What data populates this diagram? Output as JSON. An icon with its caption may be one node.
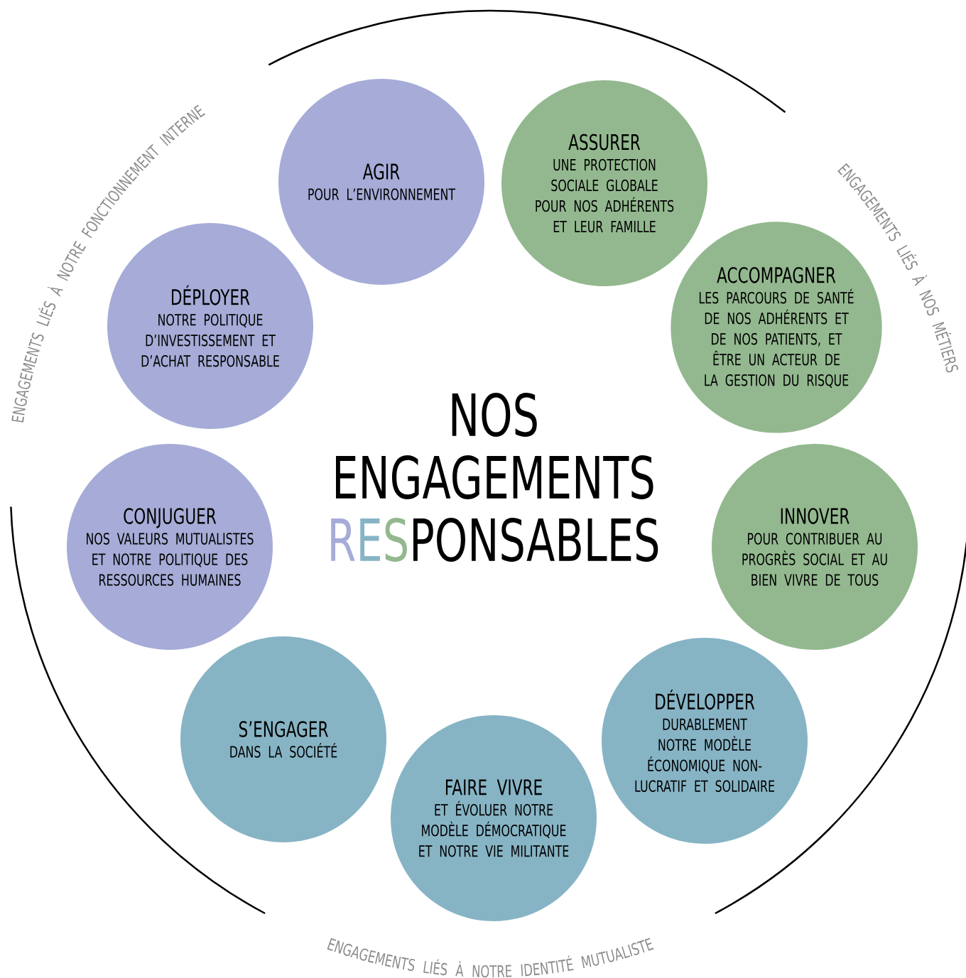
{
  "diagram": {
    "title": "NOS ENGAGEMENTS RESPONSABLES",
    "nodes": [
      {
        "text": [
          "AGIR",
          "POUR L’ENVIRONNEMENT"
        ]
      },
      {
        "text": [
          "ASSURER",
          "UNE PROTECTION SOCIALE GLOBALE POUR NOS ADHÉRENTS ET LEUR FAMILLE"
        ]
      },
      {
        "text": [
          "DÉPLOYER",
          "NOTRE POLITIQUE D’INVESTISSEMENT ET D’ACHAT RESPONSABLE"
        ]
      },
      {
        "text": [
          "ACCOMPAGNER",
          "LES PARCOURS DE SANTÉ DE NOS ADHÉRENTS ET DE NOS PATIENTS, ET ÊTRE UN ACTEUR DE LA GESTION DU RISQUE"
        ]
      },
      {
        "text": [
          "CONJUGUER",
          "NOS VALEURS MUTUALISTES ET NOTRE POLITIQUE DES RESSOURCES HUMAINES"
        ]
      },
      {
        "text": [
          "INNOVER",
          "POUR CONTRIBUER AU PROGRÈS SOCIAL ET AU BIEN VIVRE DE TOUS"
        ]
      },
      {
        "text": [
          "S’ENGAGER",
          "DANS LA SOCIÉTÉ"
        ]
      },
      {
        "text": [
          "DÉVELOPPER",
          "DURABLEMENT NOTRE MODÈLE ÉCONOMIQUE NON-LUCRATIF ET SOLIDAIRE"
        ]
      },
      {
        "text": [
          "FAIRE VIVRE",
          "ET ÉVOLUER NOTRE MODÈLE DÉMOCRATIQUE ET NOTRE VIE MILITANTE"
        ]
      }
    ],
    "labels": [
      "ENGAGEMENTS LIÉS À NOTRE FONCTIONNEMENT INTERNE",
      "ENGAGEMENTS LIÉS À NOS MÉTIERS",
      "ENGAGEMENTS LIÉS À NOTRE IDENTITÉ MUTUALISTE"
    ]
  }
}
